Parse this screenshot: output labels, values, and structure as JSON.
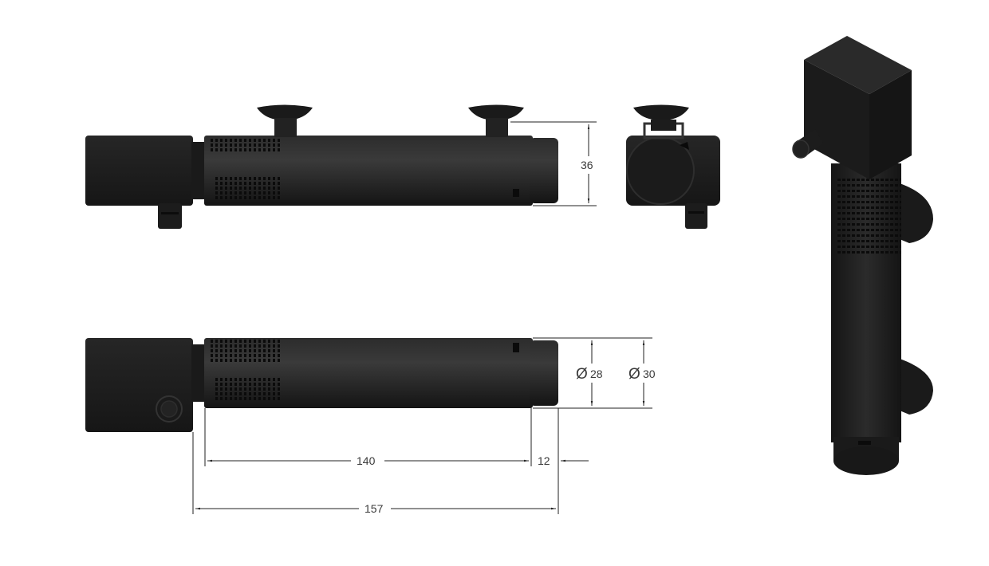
{
  "dimensions": {
    "height_36": "36",
    "diameter_28": "28",
    "diameter_30": "30",
    "length_140": "140",
    "length_12": "12",
    "length_157": "157",
    "diameter_symbol": "Ø"
  },
  "colors": {
    "body": "#1f1f1f",
    "body_dark": "#141414",
    "body_highlight": "#3a3a3a",
    "dimension_line": "#222222",
    "background": "#ffffff"
  },
  "views": [
    "top-view",
    "end-view",
    "front-view",
    "isometric-view"
  ]
}
